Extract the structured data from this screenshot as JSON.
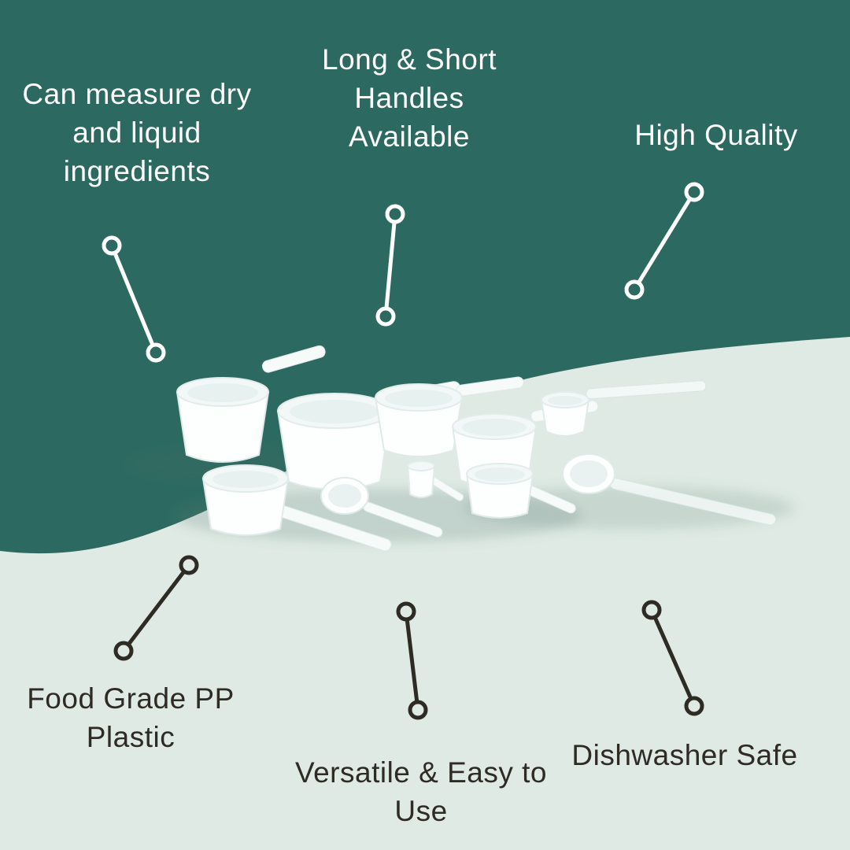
{
  "page": {
    "background_top_color": "#2c6a61",
    "background_bottom_color": "#dfeae4",
    "text_light_color": "#ffffff",
    "text_dark_color": "#2e2a24"
  },
  "callouts": {
    "top": [
      {
        "id": "measure",
        "label": "Can measure dry\nand liquid\ningredients"
      },
      {
        "id": "handles",
        "label": "Long & Short\nHandles\nAvailable"
      },
      {
        "id": "quality",
        "label": "High Quality"
      }
    ],
    "bottom": [
      {
        "id": "food-grade",
        "label": "Food Grade PP\nPlastic"
      },
      {
        "id": "versatile",
        "label": "Versatile & Easy to\nUse"
      },
      {
        "id": "dishwasher",
        "label": "Dishwasher Safe"
      }
    ]
  },
  "product": {
    "image_name": "measuring-scoops-photo"
  }
}
